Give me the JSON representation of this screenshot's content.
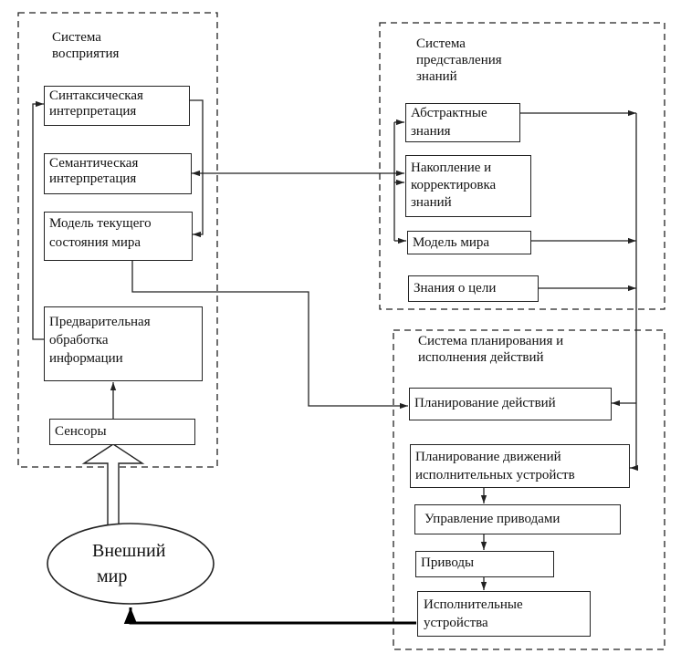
{
  "groups": {
    "perception": {
      "title_l1": "Система",
      "title_l2": "восприятия"
    },
    "knowledge": {
      "title_l1": "Система",
      "title_l2": "представления",
      "title_l3": "знаний"
    },
    "planning": {
      "title_l1": "Система планирования и",
      "title_l2": "исполнения действий"
    }
  },
  "boxes": {
    "syntactic": {
      "l1": "Синтаксическая",
      "l2": "интерпретация"
    },
    "semantic": {
      "l1": "Семантическая",
      "l2": "интерпретация"
    },
    "world_state": {
      "l1": "Модель текущего",
      "l2": "состояния мира"
    },
    "preprocessing": {
      "l1": "Предварительная",
      "l2": "обработка",
      "l3": "информации"
    },
    "sensors": {
      "l1": "Сенсоры"
    },
    "abstract_knowledge": {
      "l1": "Абстрактные",
      "l2": "знания"
    },
    "accumulation": {
      "l1": "Накопление и",
      "l2": "корректировка",
      "l3": "знаний"
    },
    "world_model": {
      "l1": "Модель мира"
    },
    "goal_knowledge": {
      "l1": "Знания о цели"
    },
    "action_planning": {
      "l1": "Планирование действий"
    },
    "motion_planning": {
      "l1": "Планирование движений",
      "l2": "исполнительных устройств"
    },
    "drive_control": {
      "l1": "Управление приводами"
    },
    "drives": {
      "l1": "Приводы"
    },
    "actuators": {
      "l1": "Исполнительные",
      "l2": "устройства"
    }
  },
  "external_world": {
    "l1": "Внешний",
    "l2": "мир"
  }
}
